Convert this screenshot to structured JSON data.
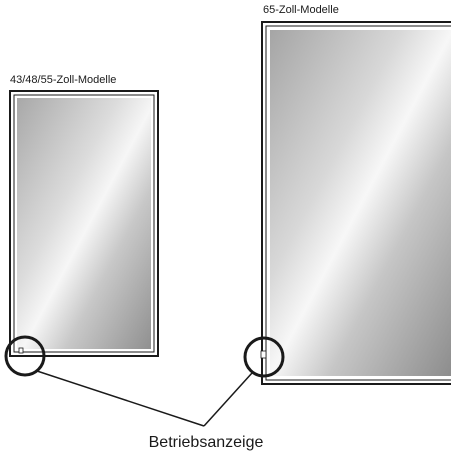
{
  "diagram": {
    "small_model_label": "43/48/55-Zoll-Modelle",
    "large_model_label": "65-Zoll-Modelle",
    "indicator_label": "Betriebsanzeige"
  },
  "colors": {
    "line": "#1a1a1a",
    "frame": "#1a1a1a",
    "gradient_light": "#f4f4f4",
    "gradient_dark": "#8a8a8a"
  }
}
